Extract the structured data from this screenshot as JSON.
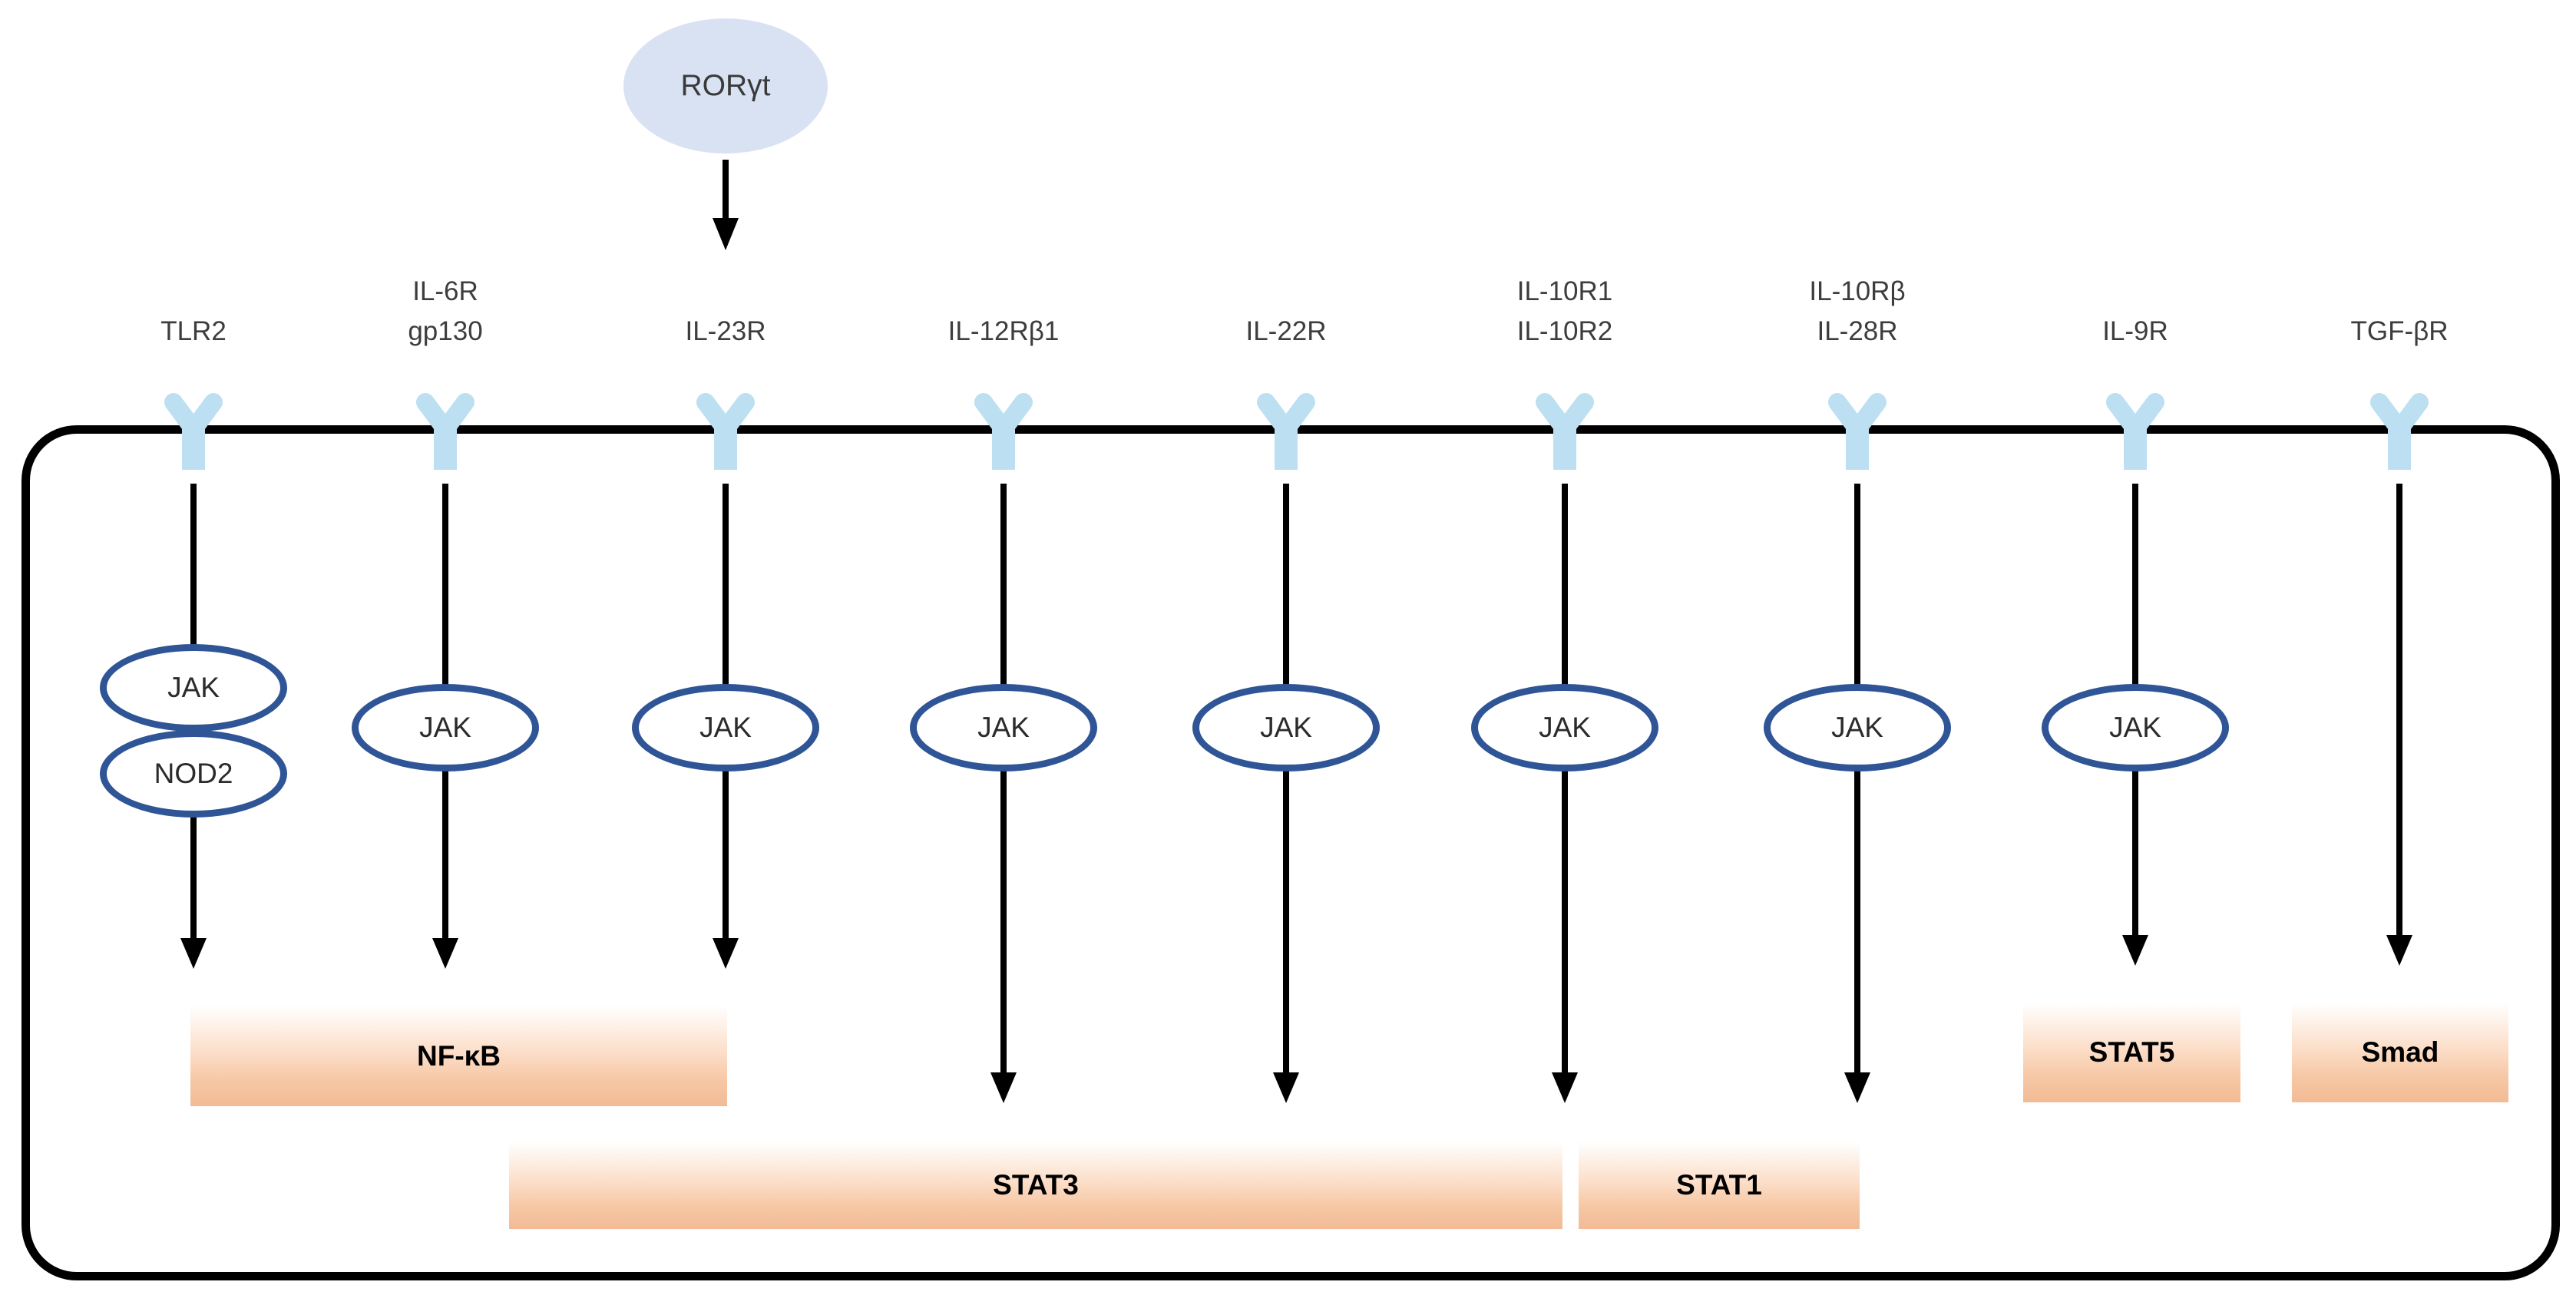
{
  "figure": {
    "transcription_factor": {
      "label": "RORγt"
    },
    "receptors": [
      {
        "line1": "TLR2",
        "line2": "",
        "kinases": [
          "JAK",
          "NOD2"
        ]
      },
      {
        "line1": "IL-6R",
        "line2": "gp130",
        "kinases": [
          "JAK"
        ]
      },
      {
        "line1": "IL-23R",
        "line2": "",
        "kinases": [
          "JAK"
        ]
      },
      {
        "line1": "IL-12Rβ1",
        "line2": "",
        "kinases": [
          "JAK"
        ]
      },
      {
        "line1": "IL-22R",
        "line2": "",
        "kinases": [
          "JAK"
        ]
      },
      {
        "line1": "IL-10R1",
        "line2": "IL-10R2",
        "kinases": [
          "JAK"
        ]
      },
      {
        "line1": "IL-10Rβ",
        "line2": "IL-28R",
        "kinases": [
          "JAK"
        ]
      },
      {
        "line1": "IL-9R",
        "line2": "",
        "kinases": [
          "JAK"
        ]
      },
      {
        "line1": "TGF-βR",
        "line2": "",
        "kinases": []
      }
    ],
    "effectors": {
      "nfkb": "NF-κB",
      "stat3": "STAT3",
      "stat1": "STAT1",
      "stat5": "STAT5",
      "smad": "Smad"
    }
  },
  "colors": {
    "receptor": "#BDDFF2",
    "kinase_border": "#2F5597",
    "tf_fill": "#D9E2F3",
    "effector_mid": "#F6C7A4",
    "effector_bottom": "#F2BB95",
    "membrane": "#000000"
  }
}
